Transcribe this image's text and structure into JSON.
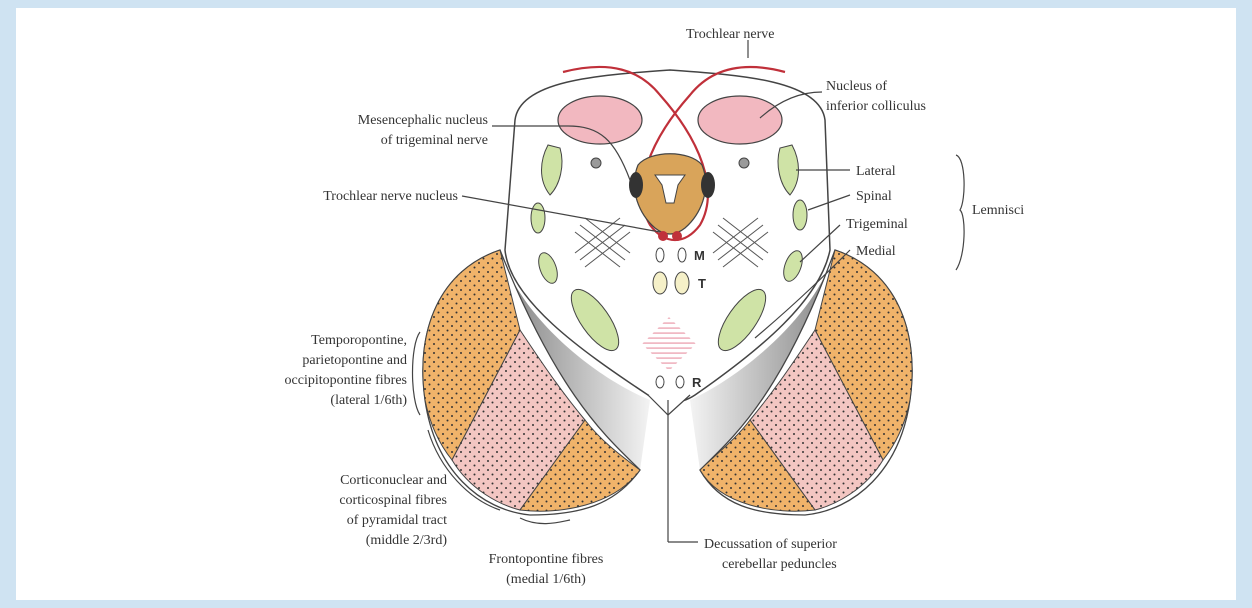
{
  "labels": {
    "trochlear_nerve": "Trochlear nerve",
    "nucleus_inferior_colliculus_1": "Nucleus of",
    "nucleus_inferior_colliculus_2": "inferior colliculus",
    "mesencephalic_1": "Mesencephalic nucleus",
    "mesencephalic_2": "of trigeminal nerve",
    "trochlear_nucleus": "Trochlear nerve nucleus",
    "lateral": "Lateral",
    "spinal": "Spinal",
    "trigeminal": "Trigeminal",
    "medial": "Medial",
    "lemnisci": "Lemnisci",
    "temporo_1": "Temporopontine,",
    "temporo_2": "parietopontine and",
    "temporo_3": "occipitopontine fibres",
    "temporo_4": "(lateral 1/6th)",
    "cortico_1": "Corticonuclear and",
    "cortico_2": "corticospinal fibres",
    "cortico_3": "of pyramidal tract",
    "cortico_4": "(middle 2/3rd)",
    "fronto_1": "Frontopontine fibres",
    "fronto_2": "(medial 1/6th)",
    "decussation_1": "Decussation of superior",
    "decussation_2": "cerebellar peduncles",
    "letter_m": "M",
    "letter_t": "T",
    "letter_r": "R"
  },
  "colors": {
    "frame": "#cfe3f2",
    "colliculus_pink": "#f2b8c0",
    "lemniscus_green": "#cfe3a6",
    "grey_matter_tan": "#d9a45a",
    "pontine_orange": "#f0b36a",
    "pyramidal_pink": "#f3c6c2",
    "nerve_red": "#c0303a",
    "substantia_grey": "#9a9a9a"
  }
}
